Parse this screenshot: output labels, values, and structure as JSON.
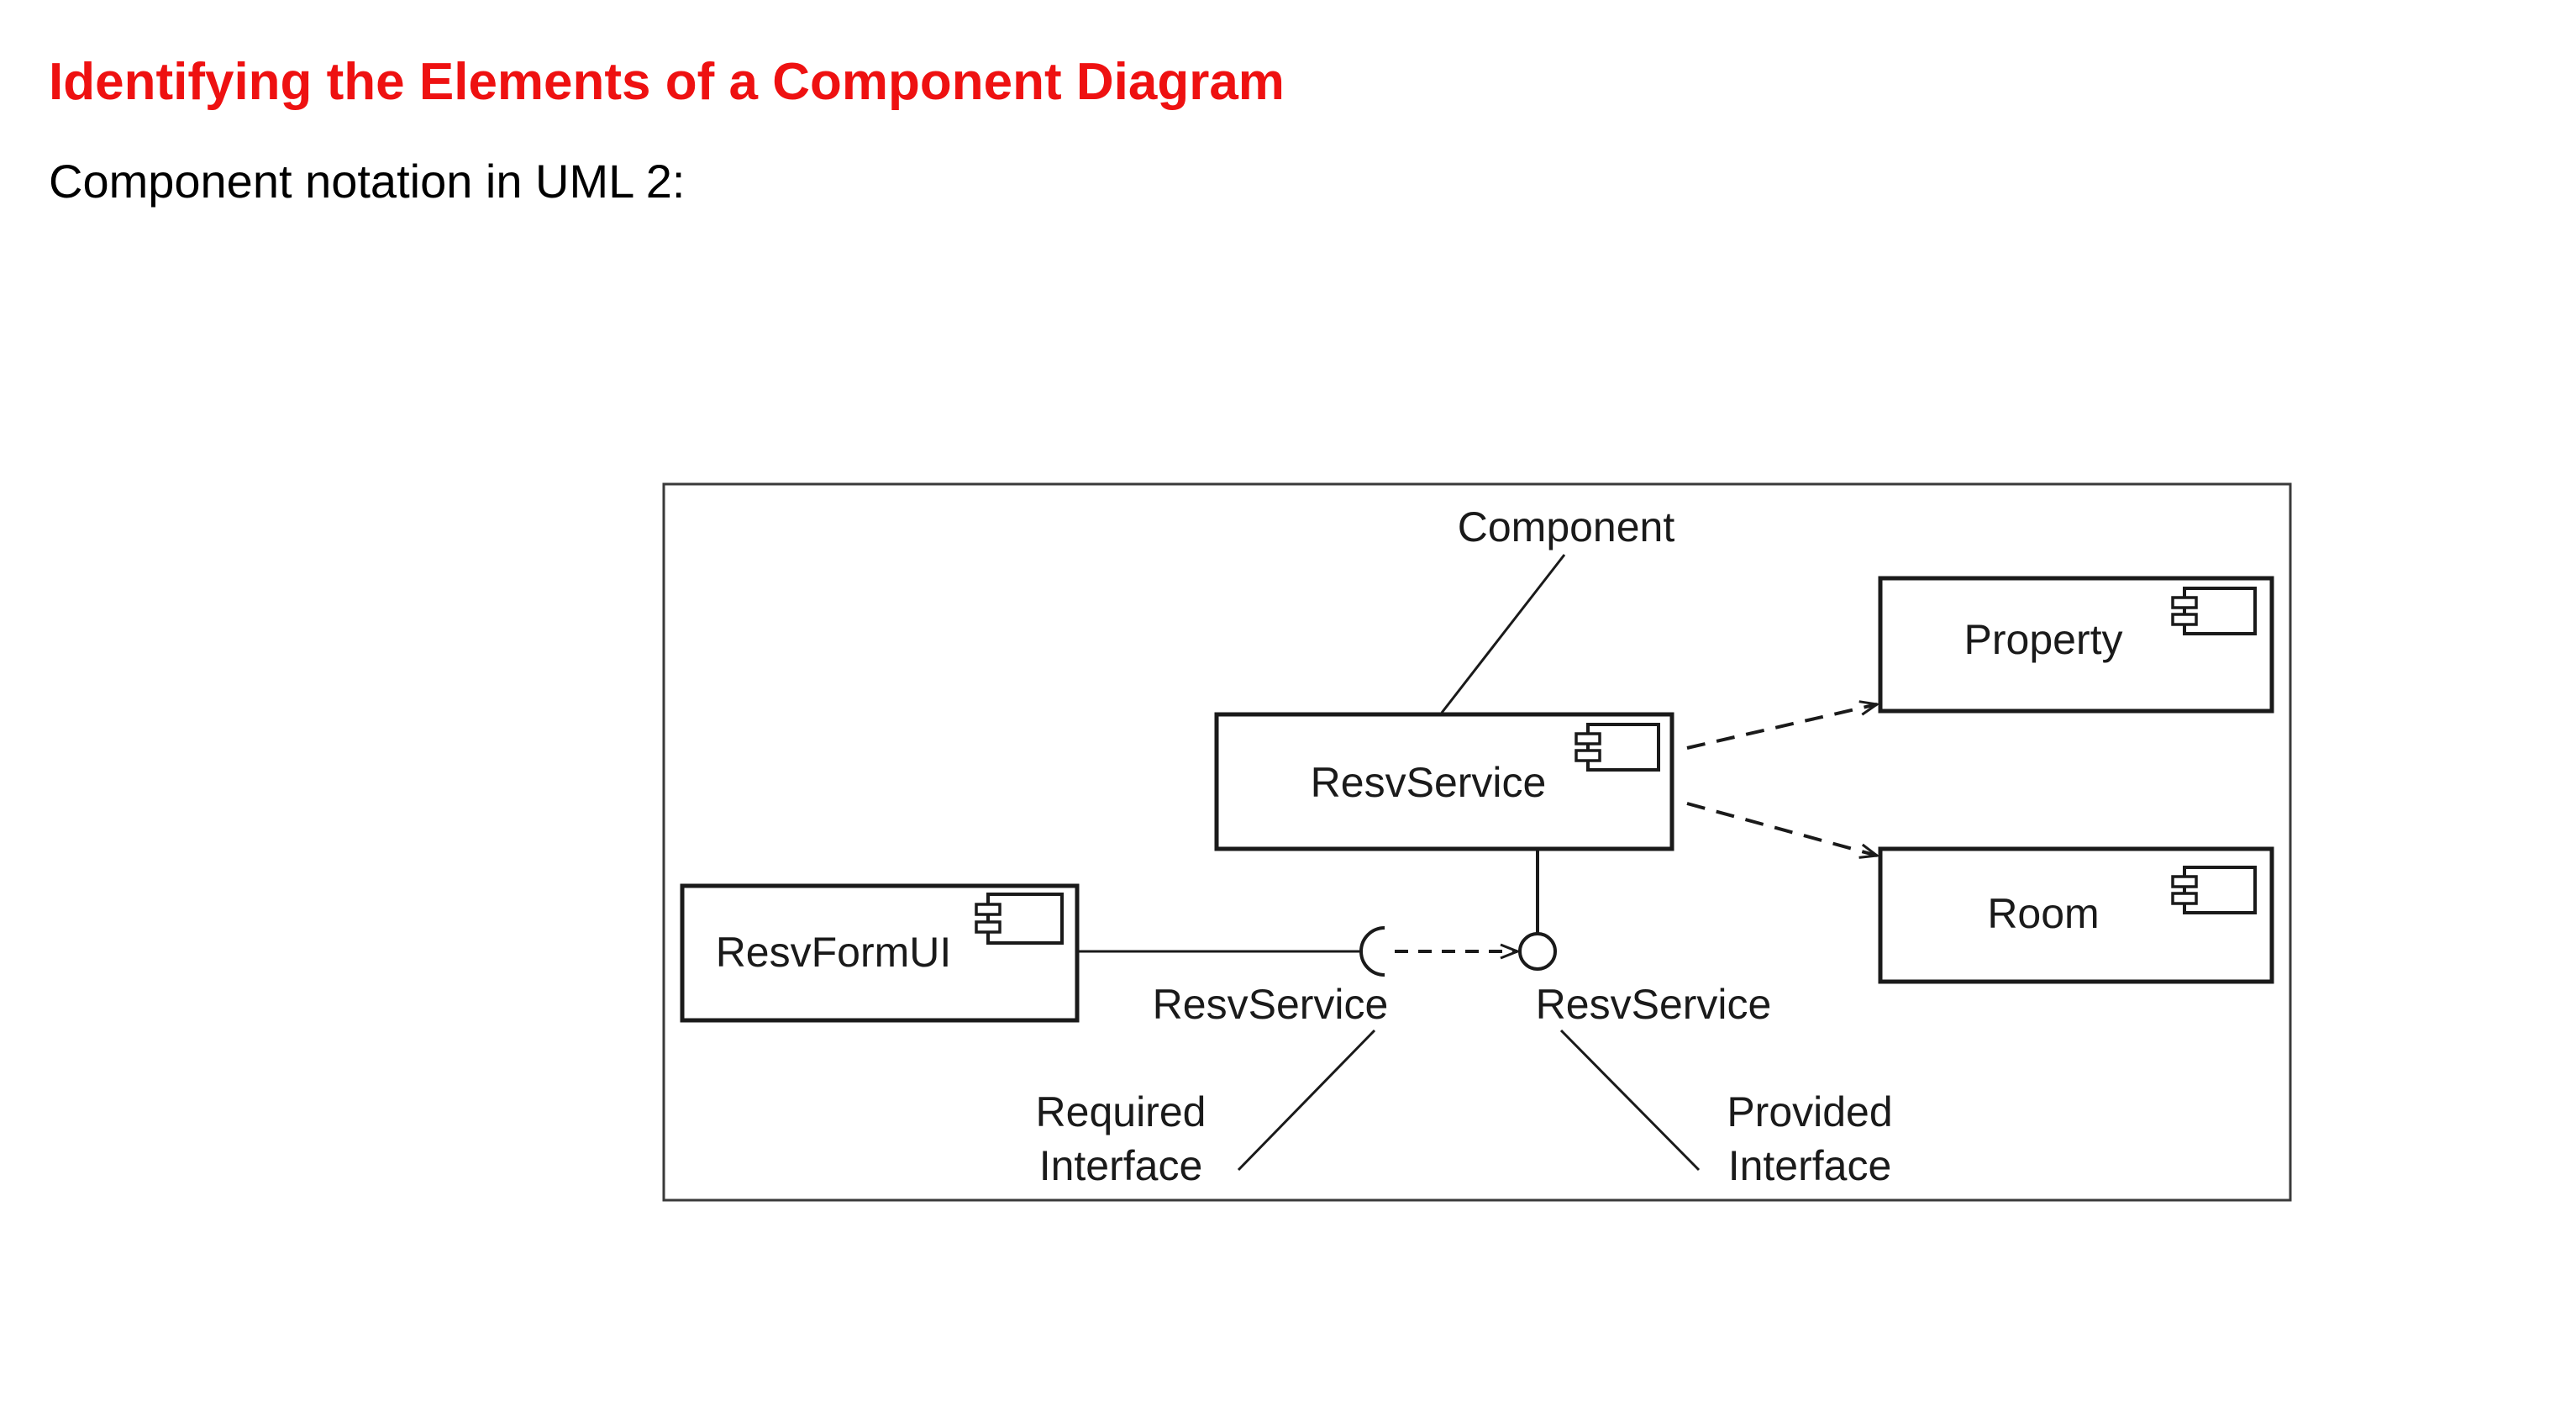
{
  "header": {
    "title": "Identifying the Elements of a Component Diagram",
    "subtitle": "Component notation in UML 2:",
    "title_color": "#ee1111"
  },
  "diagram": {
    "components": {
      "resv_service": "ResvService",
      "resv_form_ui": "ResvFormUI",
      "property": "Property",
      "room": "Room"
    },
    "interfaces": {
      "required_name": "ResvService",
      "provided_name": "ResvService"
    },
    "annotations": {
      "component": "Component",
      "required_line1": "Required",
      "required_line2": "Interface",
      "provided_line1": "Provided",
      "provided_line2": "Interface"
    },
    "icons": {
      "component_icon": "uml-component-icon"
    }
  }
}
